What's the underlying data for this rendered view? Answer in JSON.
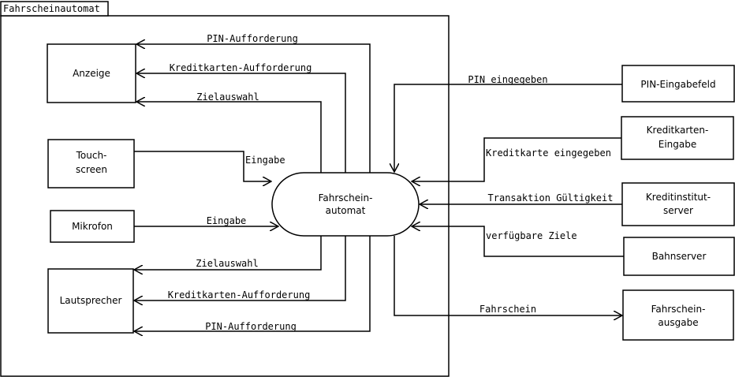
{
  "diagram": {
    "frame_title": "Fahrscheinautomat",
    "center": {
      "line1": "Fahrschein-",
      "line2": "automat"
    },
    "left_boxes": {
      "anzeige": "Anzeige",
      "touch": {
        "line1": "Touch-",
        "line2": "screen"
      },
      "mikrofon": "Mikrofon",
      "lautsprecher": "Lautsprecher"
    },
    "right_boxes": {
      "pin": "PIN-Eingabefeld",
      "kreditkarte": {
        "line1": "Kreditkarten-",
        "line2": "Eingabe"
      },
      "kreditinstitut": {
        "line1": "Kreditinstitut-",
        "line2": "server"
      },
      "bahnserver": "Bahnserver",
      "ausgabe": {
        "line1": "Fahrschein-",
        "line2": "ausgabe"
      }
    },
    "edges": {
      "pin_aufforderung_top": "PIN-Aufforderung",
      "kk_aufforderung_top": "Kreditkarten-Aufforderung",
      "zielauswahl_top": "Zielauswahl",
      "eingabe_touch": "Eingabe",
      "eingabe_mikrofon": "Eingabe",
      "zielauswahl_bottom": "Zielauswahl",
      "kk_aufforderung_bottom": "Kreditkarten-Aufforderung",
      "pin_aufforderung_bottom": "PIN-Aufforderung",
      "pin_eingegeben": "PIN eingegeben",
      "kreditkarte_eingegeben": "Kreditkarte eingegeben",
      "transaktion": "Transaktion Gültigkeit",
      "verfuegbare_ziele": "verfügbare Ziele",
      "fahrschein": "Fahrschein"
    }
  }
}
